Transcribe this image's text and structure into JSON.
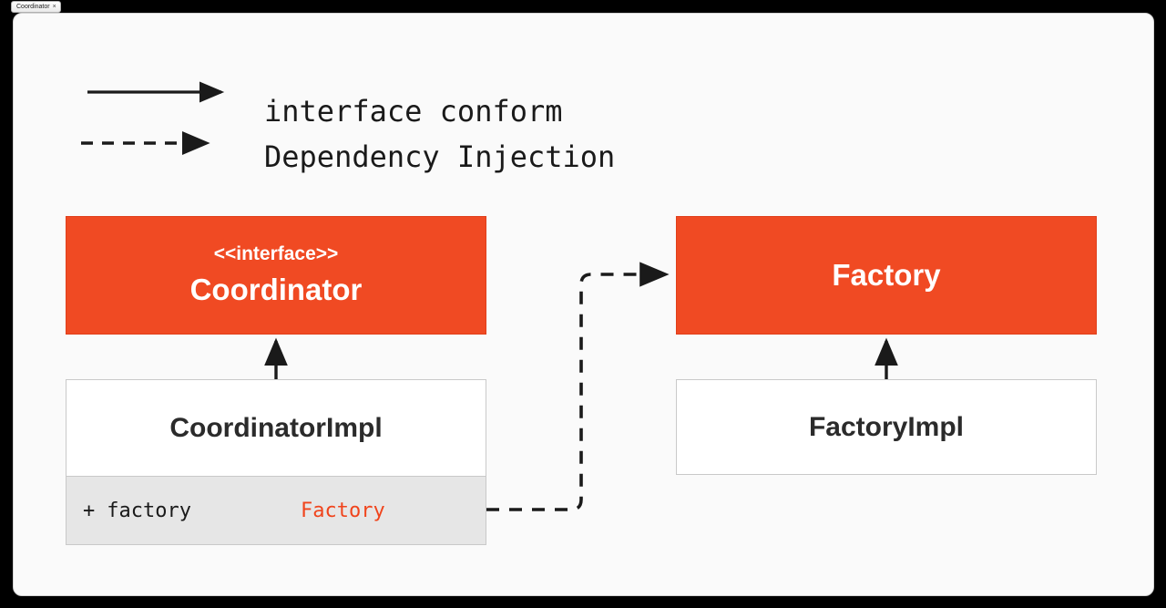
{
  "window": {
    "tab_label": "Coordinator",
    "close_glyph": "×"
  },
  "legend": {
    "items": [
      {
        "style": "solid",
        "label": "interface conform"
      },
      {
        "style": "dashed",
        "label": "Dependency Injection"
      }
    ]
  },
  "diagram": {
    "type": "uml-class-diagram",
    "colors": {
      "interface_fill": "#f04a23",
      "class_fill": "#ffffff",
      "attribute_fill": "#e6e6e6",
      "type_text": "#f0441c",
      "line": "#1a1a1a",
      "canvas": "#fafafa",
      "page_border": "#000000"
    },
    "nodes": [
      {
        "id": "coordinator",
        "kind": "interface",
        "stereotype": "<<interface>>",
        "name": "Coordinator"
      },
      {
        "id": "coordinator-impl",
        "kind": "class",
        "name": "CoordinatorImpl",
        "attributes": [
          {
            "visibility": "+",
            "name": "factory",
            "type": "Factory"
          }
        ]
      },
      {
        "id": "factory",
        "kind": "interface",
        "stereotype": "",
        "name": "Factory"
      },
      {
        "id": "factory-impl",
        "kind": "class",
        "name": "FactoryImpl",
        "attributes": []
      }
    ],
    "edges": [
      {
        "from": "coordinator-impl",
        "to": "coordinator",
        "style": "solid",
        "meaning": "interface conform"
      },
      {
        "from": "factory-impl",
        "to": "factory",
        "style": "solid",
        "meaning": "interface conform"
      },
      {
        "from": "coordinator-impl.factory",
        "to": "factory",
        "style": "dashed",
        "meaning": "Dependency Injection"
      }
    ]
  }
}
